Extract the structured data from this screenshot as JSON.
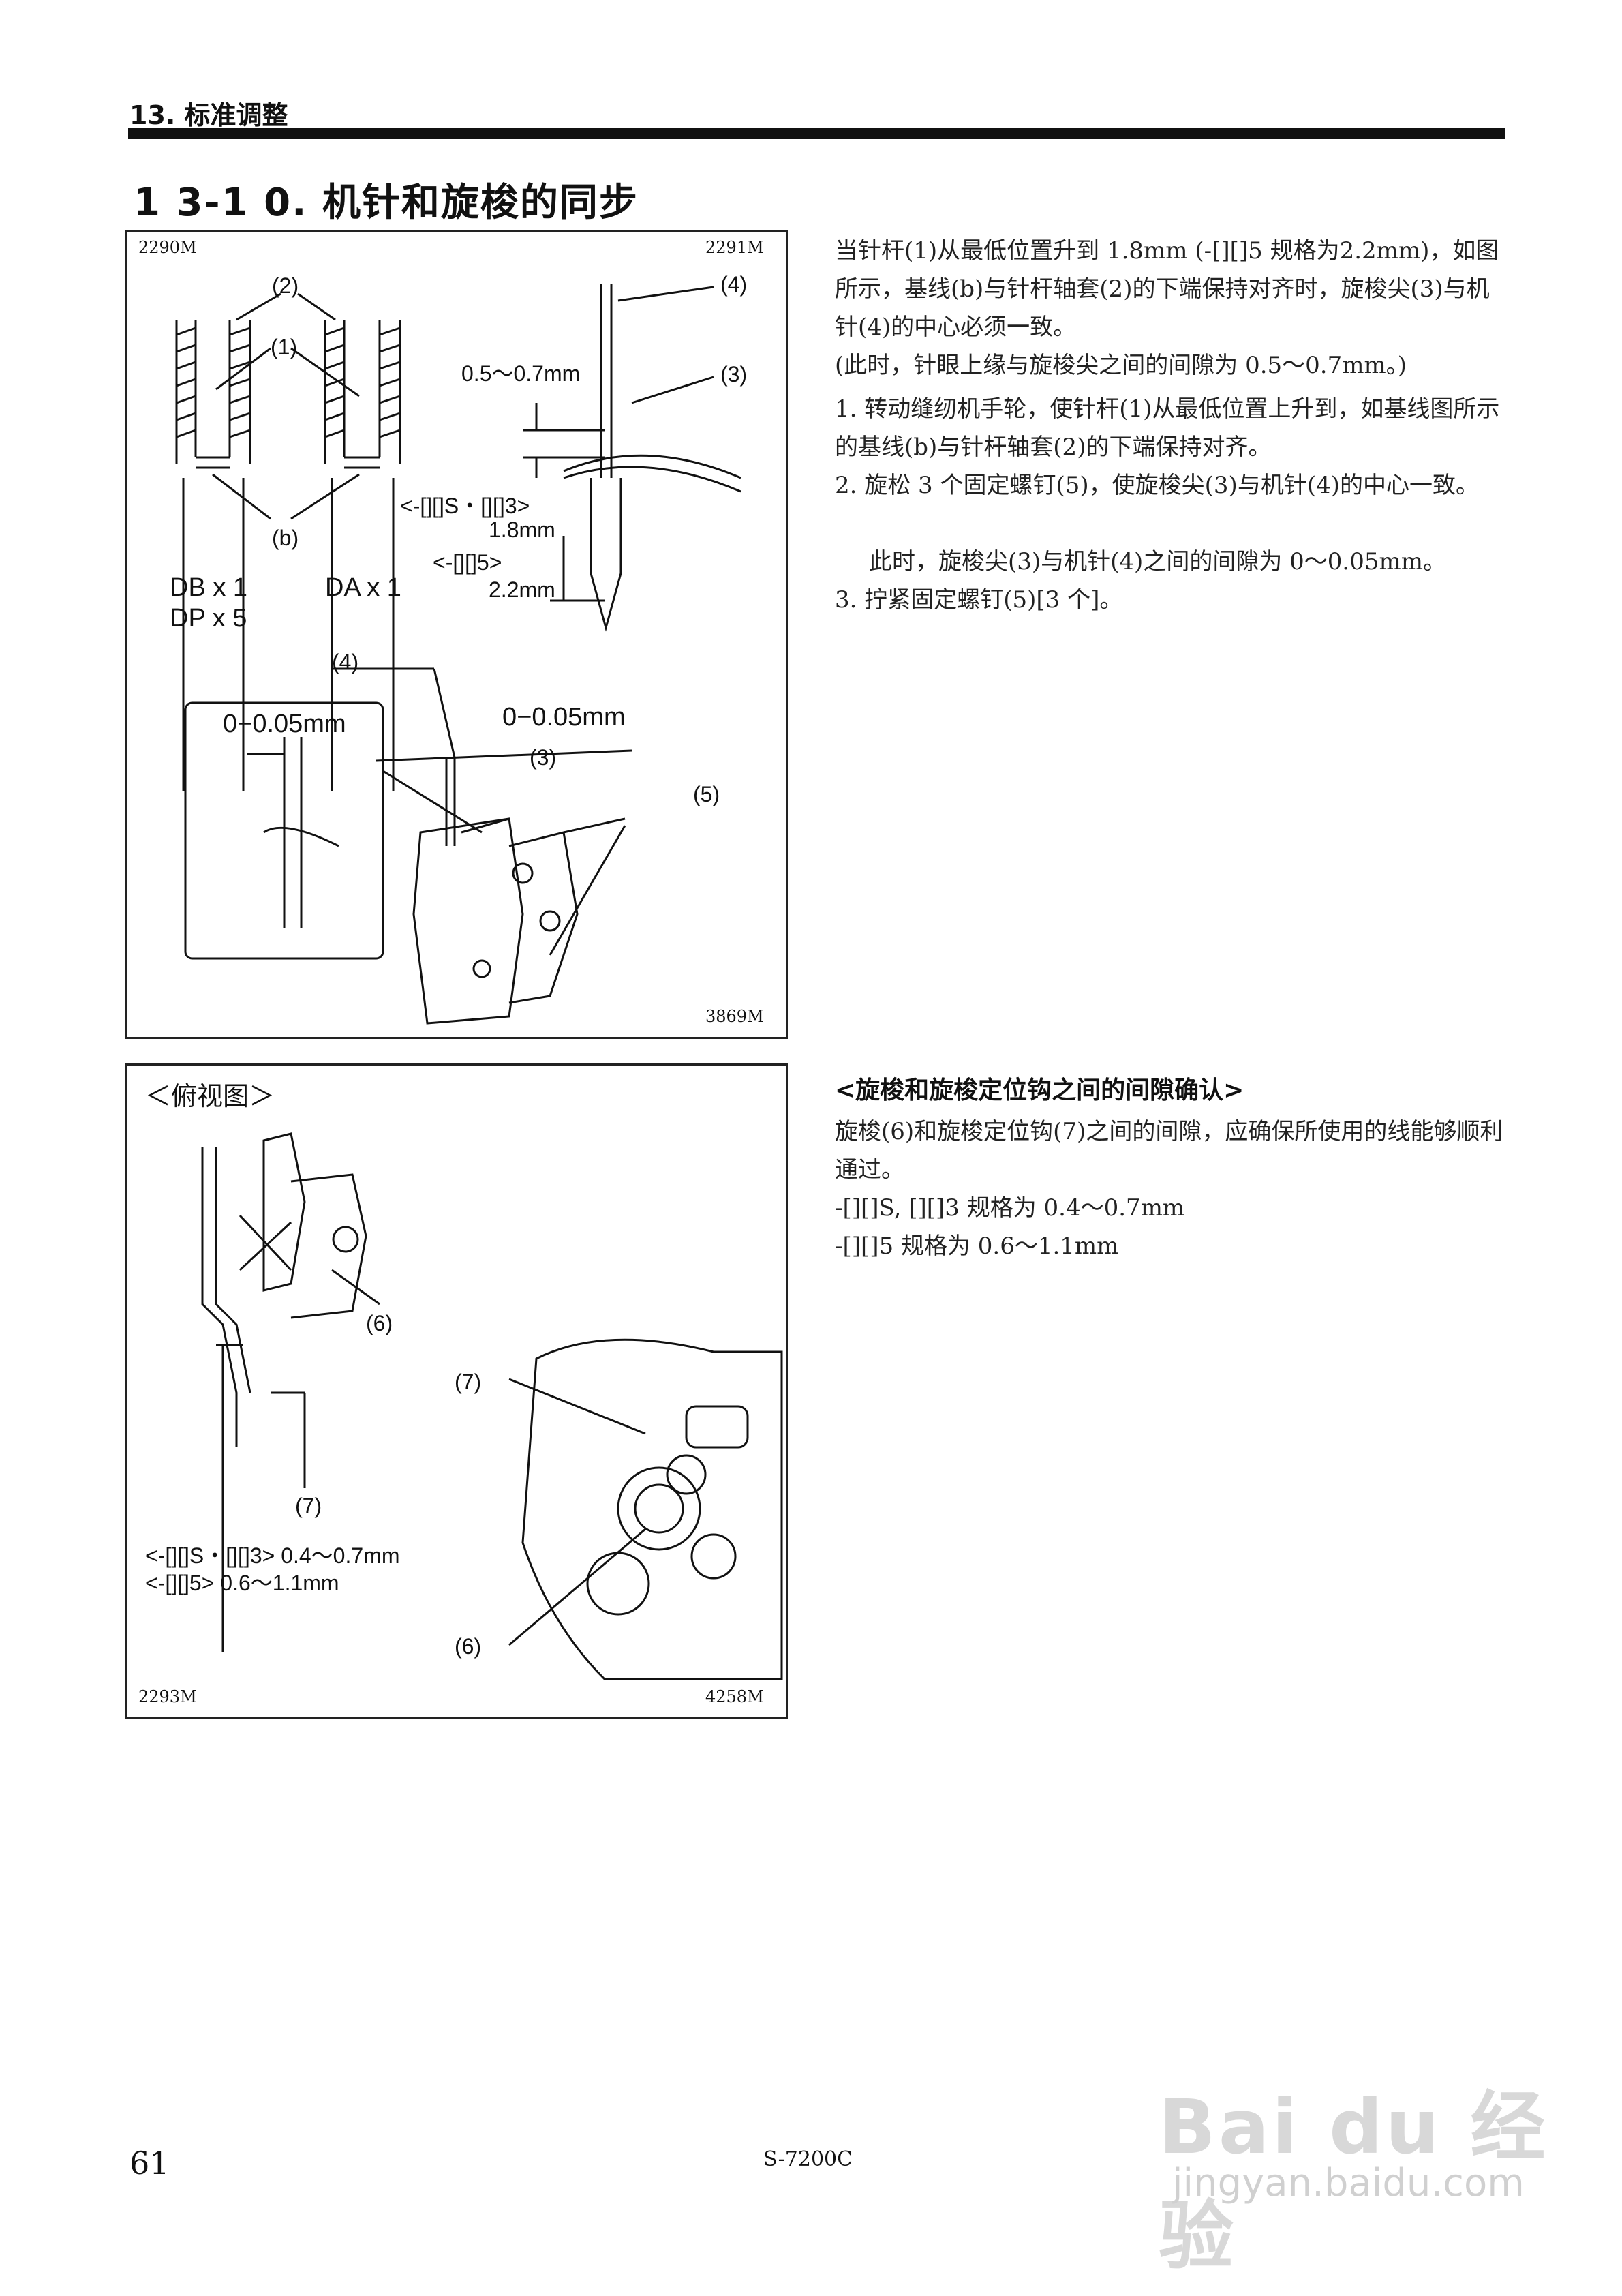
{
  "header": {
    "section": "13. 标准调整"
  },
  "title": "1 3-1 0. 机针和旋梭的同步",
  "figure1": {
    "code_tl": "2290M",
    "code_tr": "2291M",
    "code_br": "3869M",
    "labels": {
      "l2": "(2)",
      "l1": "(1)",
      "lb": "(b)",
      "db": "DB x 1",
      "dp": "DP x 5",
      "da": "DA x 1",
      "l4": "(4)",
      "l3": "(3)",
      "gap": "0.5～0.7mm",
      "spec_s3": "<-[][]S・[][]3>",
      "v18": "1.8mm",
      "spec_5": "<-[][]5>",
      "v22": "2.2mm",
      "l4b": "(4)",
      "zoom_gap": "0−0.05mm",
      "gap2": "0−0.05mm",
      "l3b": "(3)",
      "l5": "(5)"
    }
  },
  "figure2": {
    "heading": "＜俯视图＞",
    "code_bl": "2293M",
    "code_br": "4258M",
    "labels": {
      "l6": "(6)",
      "l7": "(7)",
      "spec1": "<-[][]S・[][]3> 0.4～0.7mm",
      "spec2": "<-[][]5> 0.6～1.1mm",
      "l7b": "(7)",
      "l6b": "(6)"
    }
  },
  "text1": {
    "p1": "当针杆(1)从最低位置升到 1.8mm (-[][]5 规格为2.2mm)，如图所示，基线(b)与针杆轴套(2)的下端保持对齐时，旋梭尖(3)与机针(4)的中心必须一致。",
    "p2": "(此时，针眼上缘与旋梭尖之间的间隙为 0.5～0.7mm。)",
    "items": [
      "1. 转动缝纫机手轮，使针杆(1)从最低位置上升到，如基线图所示的基线(b)与针杆轴套(2)的下端保持对齐。",
      "2. 旋松 3 个固定螺钉(5)，使旋梭尖(3)与机针(4)的中心一致。",
      "此时，旋梭尖(3)与机针(4)之间的间隙为 0～0.05mm。",
      "3. 拧紧固定螺钉(5)[3 个]。"
    ]
  },
  "text2": {
    "heading": "<旋梭和旋梭定位钩之间的间隙确认>",
    "p1": "旋梭(6)和旋梭定位钩(7)之间的间隙，应确保所使用的线能够顺利通过。",
    "l1": "-[][]S, [][]3 规格为 0.4～0.7mm",
    "l2": "-[][]5 规格为 0.6～1.1mm"
  },
  "footer": {
    "page_number": "61",
    "model": "S-7200C",
    "watermark_logo": "Bai du 经验",
    "watermark_url": "jingyan.baidu.com"
  }
}
